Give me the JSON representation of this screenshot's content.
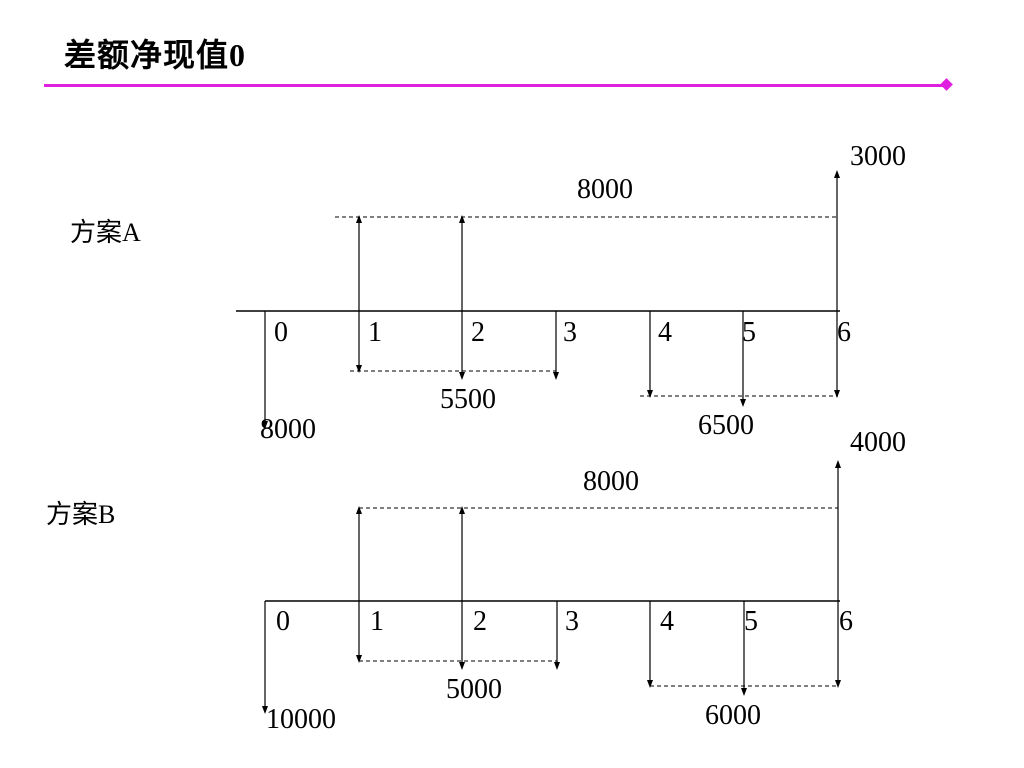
{
  "title": "差额净现值0",
  "scheme_a": {
    "label": "方案A",
    "periods": [
      "0",
      "1",
      "2",
      "3",
      "4",
      "5",
      "6"
    ],
    "initial_outflow": "8000",
    "inflow": "8000",
    "outflow_mid": "5500",
    "outflow_late": "6500",
    "salvage": "3000"
  },
  "scheme_b": {
    "label": "方案B",
    "periods": [
      "0",
      "1",
      "2",
      "3",
      "4",
      "5",
      "6"
    ],
    "initial_outflow": "10000",
    "inflow": "8000",
    "outflow_mid": "5000",
    "outflow_late": "6000",
    "salvage": "4000"
  },
  "colors": {
    "accent": "#e020e0",
    "ink": "#000000"
  }
}
